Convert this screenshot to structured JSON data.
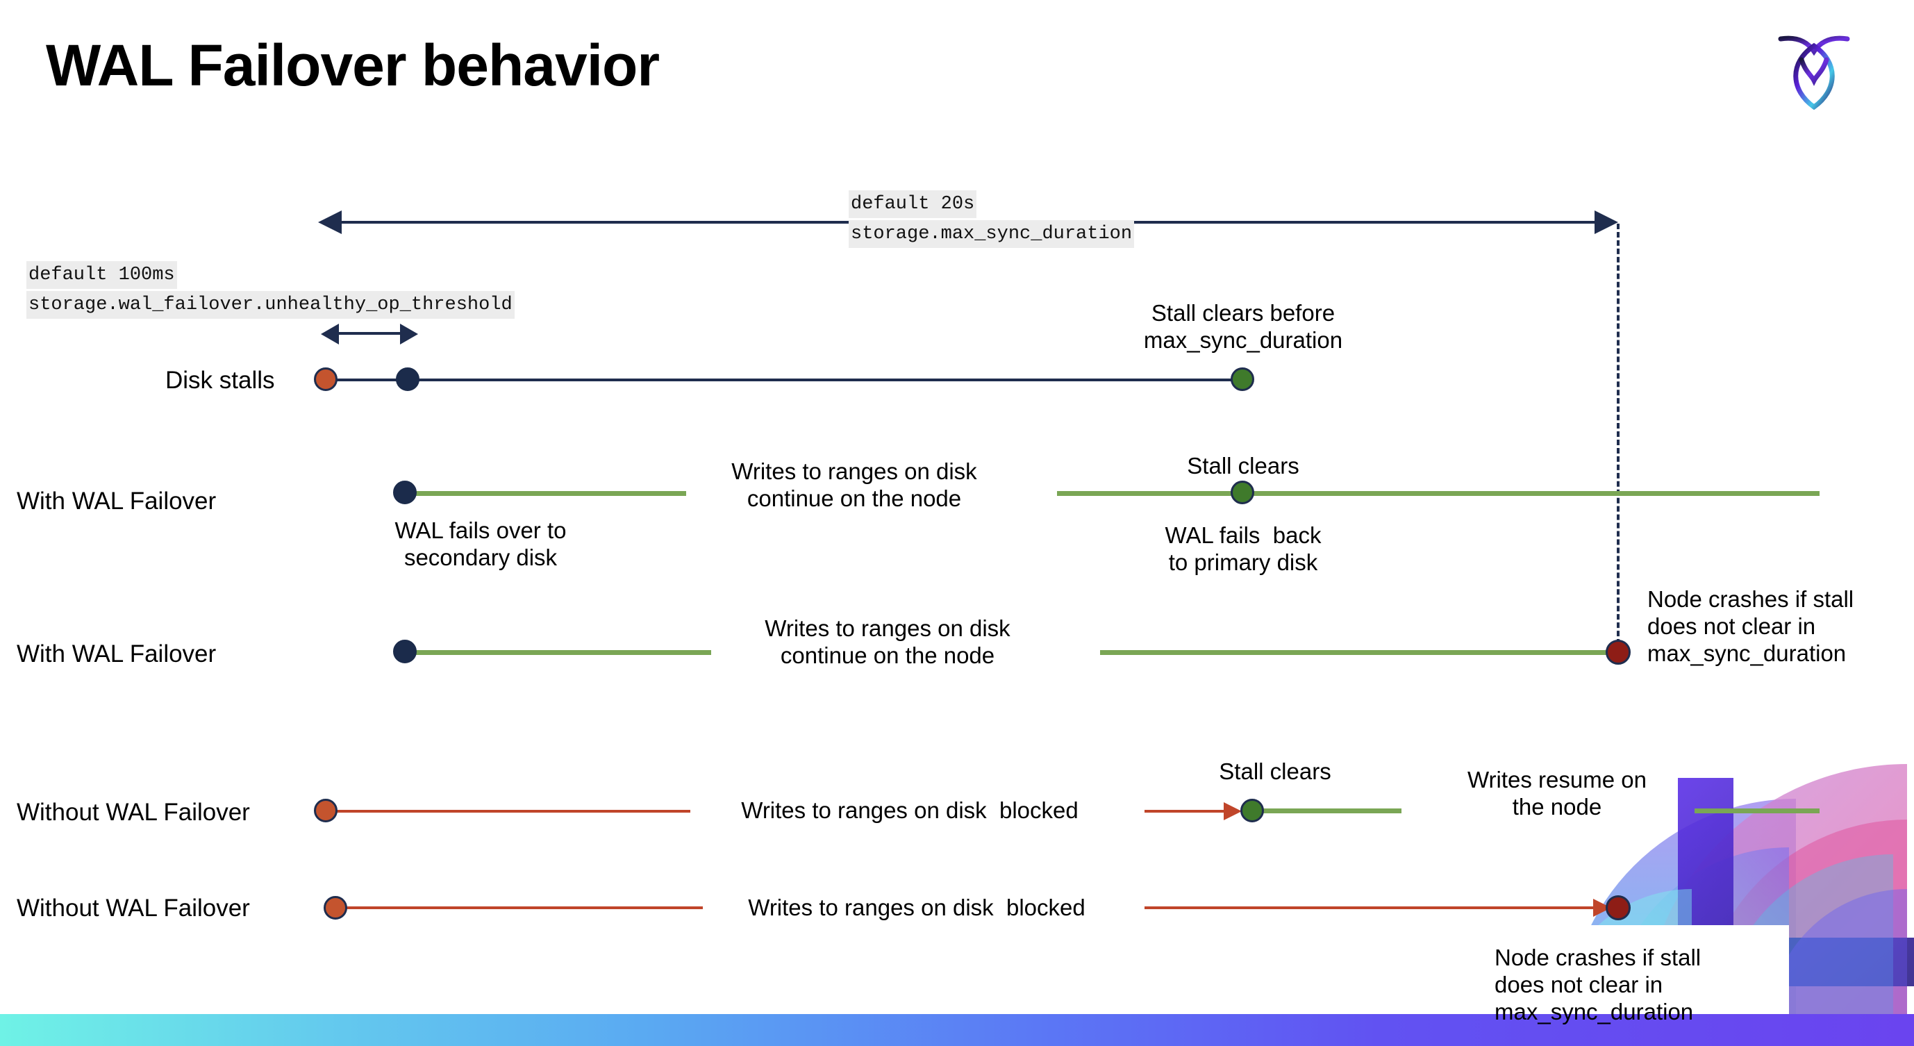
{
  "slide": {
    "title": "WAL Failover behavior",
    "logo_name": "cockroachdb-logo"
  },
  "annotations": {
    "max_sync": {
      "default": "default 20s",
      "setting": "storage.max_sync_duration"
    },
    "unhealthy": {
      "default": "default 100ms",
      "setting": "storage.wal_failover.unhealthy_op_threshold"
    }
  },
  "rows": [
    {
      "label": "Disk stalls",
      "callouts": [
        "Stall clears before\nmax_sync_duration"
      ]
    },
    {
      "label": "With WAL Failover",
      "callouts": [
        "Writes to ranges on disk\ncontinue on the node",
        "Stall clears",
        "WAL fails over to\nsecondary disk",
        "WAL fails  back\nto primary disk"
      ]
    },
    {
      "label": "With WAL Failover",
      "callouts": [
        "Writes to ranges on disk\ncontinue on the node",
        "Node crashes if stall\ndoes not clear in\nmax_sync_duration"
      ]
    },
    {
      "label": "Without WAL Failover",
      "callouts": [
        "Writes to ranges on disk  blocked",
        "Stall clears",
        "Writes resume on\nthe node"
      ]
    },
    {
      "label": "Without WAL Failover",
      "callouts": [
        "Writes to ranges on disk  blocked",
        "Node crashes if stall\ndoes not clear in\nmax_sync_duration"
      ]
    }
  ],
  "colors": {
    "navy": "#1f2d4e",
    "green_line": "#7aa655",
    "red_line": "#c0452a",
    "dot_orange": "#c4542e",
    "dot_navy": "#1b2b4b",
    "dot_green": "#3f7a2b",
    "dot_darkred": "#8e1d16",
    "chip_bg": "#ececec",
    "bar_gradient_start": "#6ff2e6",
    "bar_gradient_end": "#6a44ef"
  }
}
